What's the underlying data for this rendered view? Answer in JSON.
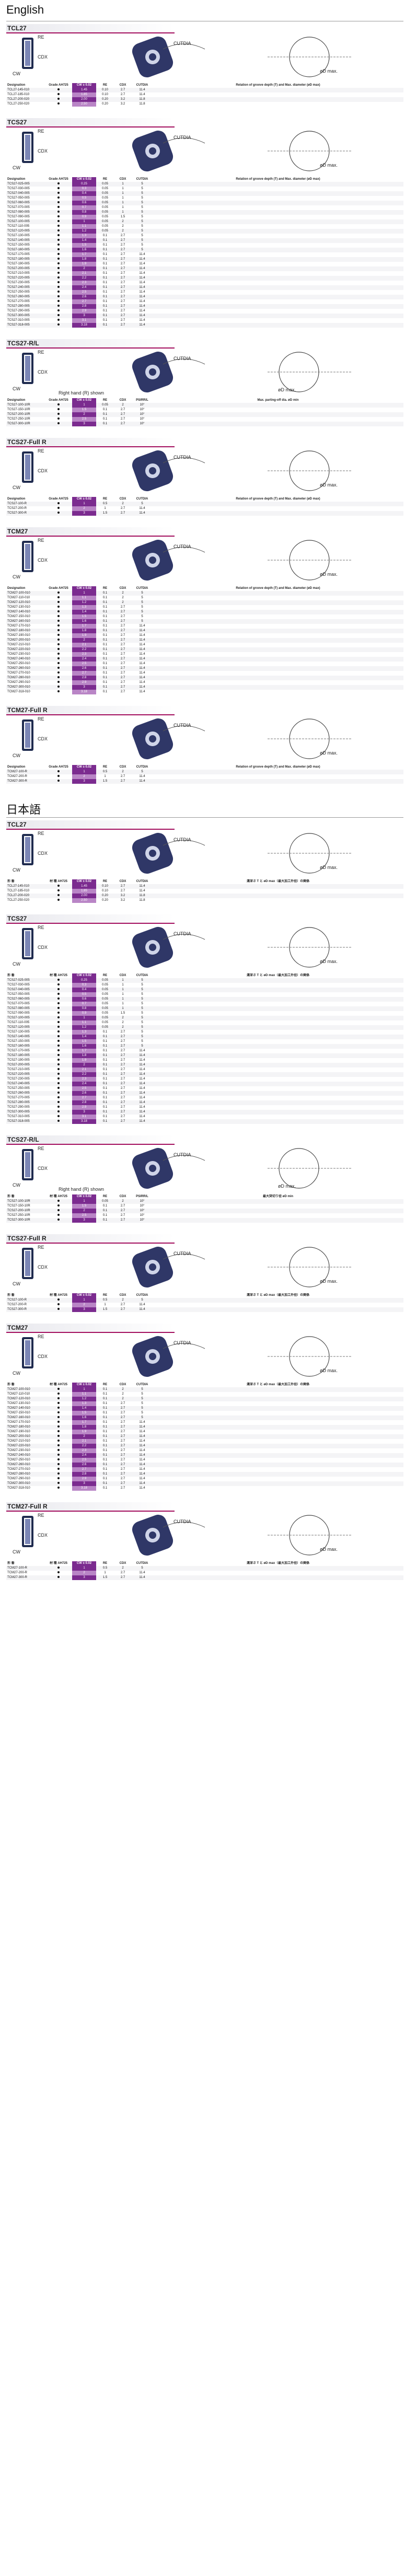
{
  "languages": {
    "english": "English",
    "japanese": "日本語"
  },
  "colors": {
    "accent": "#a20d5d",
    "cw_column": "#7b2b8f",
    "cw_light": "#b985c6"
  },
  "diagram_labels": {
    "re": "RE",
    "cw": "CW",
    "cdx": "CDX",
    "cutdia": "CUTDIA",
    "ode_max": "øD max.",
    "right_hand": "Right hand (R) shown"
  },
  "english_sections": [
    {
      "title": "TCL27",
      "headers": [
        "Designation",
        "Grade AH725",
        "CW ± 0.02",
        "RE",
        "CDX",
        "CUTDIA",
        "Relation of groove depth (T) and Max. diameter (øD max)"
      ],
      "rows": [
        [
          "TCL27-145-010",
          "1.45",
          "0.10",
          "2.7",
          "11.4"
        ],
        [
          "TCL27-185-010",
          "1.85",
          "0.10",
          "2.7",
          "11.4"
        ],
        [
          "TCL27-200-020",
          "2.00",
          "0.20",
          "3.2",
          "11.8"
        ],
        [
          "TCL27-250-020",
          "2.50",
          "0.20",
          "3.2",
          "11.8"
        ]
      ]
    },
    {
      "title": "TCS27",
      "headers": [
        "Designation",
        "Grade AH725",
        "CW ± 0.02",
        "RE",
        "CDX",
        "CUTDIA",
        "Relation of groove depth (T) and Max. diameter (øD max)"
      ],
      "rows": [
        [
          "TCS27-025-005",
          "0.25",
          "0.05",
          "1",
          "5"
        ],
        [
          "TCS27-030-005",
          "0.3",
          "0.05",
          "1",
          "5"
        ],
        [
          "TCS27-040-005",
          "0.4",
          "0.05",
          "1",
          "5"
        ],
        [
          "TCS27-050-005",
          "0.5",
          "0.05",
          "1",
          "5"
        ],
        [
          "TCS27-060-005",
          "0.6",
          "0.05",
          "1",
          "5"
        ],
        [
          "TCS27-070-005",
          "0.7",
          "0.05",
          "1",
          "5"
        ],
        [
          "TCS27-080-005",
          "0.8",
          "0.05",
          "1",
          "5"
        ],
        [
          "TCS27-090-005",
          "0.9",
          "0.05",
          "1.5",
          "5"
        ],
        [
          "TCS27-100-005",
          "1",
          "0.05",
          "2",
          "5"
        ],
        [
          "TCS27-110-005",
          "1.1",
          "0.05",
          "2",
          "5"
        ],
        [
          "TCS27-120-005",
          "1.2",
          "0.05",
          "2",
          "5"
        ],
        [
          "TCS27-130-005",
          "1.3",
          "0.1",
          "2.7",
          "5"
        ],
        [
          "TCS27-140-005",
          "1.4",
          "0.1",
          "2.7",
          "5"
        ],
        [
          "TCS27-150-005",
          "1.5",
          "0.1",
          "2.7",
          "5"
        ],
        [
          "TCS27-160-005",
          "1.6",
          "0.1",
          "2.7",
          "5"
        ],
        [
          "TCS27-170-005",
          "1.7",
          "0.1",
          "2.7",
          "11.4"
        ],
        [
          "TCS27-180-005",
          "1.8",
          "0.1",
          "2.7",
          "11.4"
        ],
        [
          "TCS27-190-005",
          "1.9",
          "0.1",
          "2.7",
          "11.4"
        ],
        [
          "TCS27-200-005",
          "2",
          "0.1",
          "2.7",
          "11.4"
        ],
        [
          "TCS27-210-005",
          "2.1",
          "0.1",
          "2.7",
          "11.4"
        ],
        [
          "TCS27-220-005",
          "2.2",
          "0.1",
          "2.7",
          "11.4"
        ],
        [
          "TCS27-230-005",
          "2.3",
          "0.1",
          "2.7",
          "11.4"
        ],
        [
          "TCS27-240-005",
          "2.4",
          "0.1",
          "2.7",
          "11.4"
        ],
        [
          "TCS27-250-005",
          "2.5",
          "0.1",
          "2.7",
          "11.4"
        ],
        [
          "TCS27-260-005",
          "2.6",
          "0.1",
          "2.7",
          "11.4"
        ],
        [
          "TCS27-270-005",
          "2.7",
          "0.1",
          "2.7",
          "11.4"
        ],
        [
          "TCS27-280-005",
          "2.8",
          "0.1",
          "2.7",
          "11.4"
        ],
        [
          "TCS27-290-005",
          "2.9",
          "0.1",
          "2.7",
          "11.4"
        ],
        [
          "TCS27-300-005",
          "3",
          "0.1",
          "2.7",
          "11.4"
        ],
        [
          "TCS27-310-005",
          "3.1",
          "0.1",
          "2.7",
          "11.4"
        ],
        [
          "TCS27-318-005",
          "3.18",
          "0.1",
          "2.7",
          "11.4"
        ]
      ]
    },
    {
      "title": "TCS27-R/L",
      "headers": [
        "Designation",
        "Grade AH725",
        "CW ± 0.02",
        "RE",
        "CDX",
        "PSIRR/L",
        "Max. parting-off dia. øD min"
      ],
      "rows": [
        [
          "TCS27-100-10R",
          "1",
          "0.05",
          "2",
          "10°"
        ],
        [
          "TCS27-150-10R",
          "1.5",
          "0.1",
          "2.7",
          "10°"
        ],
        [
          "TCS27-200-10R",
          "2",
          "0.1",
          "2.7",
          "10°"
        ],
        [
          "TCS27-250-10R",
          "2.5",
          "0.1",
          "2.7",
          "10°"
        ],
        [
          "TCS27-300-10R",
          "3",
          "0.1",
          "2.7",
          "10°"
        ]
      ]
    },
    {
      "title": "TCS27-Full R",
      "headers": [
        "Designation",
        "Grade AH725",
        "CW ± 0.02",
        "RE",
        "CDX",
        "CUTDIA",
        "Relation of groove depth (T) and Max. diameter (øD max)"
      ],
      "rows": [
        [
          "TCS27-100-R",
          "1",
          "0.5",
          "2",
          "5"
        ],
        [
          "TCS27-200-R",
          "2",
          "1",
          "2.7",
          "11.4"
        ],
        [
          "TCS27-300-R",
          "3",
          "1.5",
          "2.7",
          "11.4"
        ]
      ]
    },
    {
      "title": "TCM27",
      "headers": [
        "Designation",
        "Grade AH725",
        "CW ± 0.02",
        "RE",
        "CDX",
        "CUTDIA",
        "Relation of groove depth (T) and Max. diameter (øD max)"
      ],
      "rows": [
        [
          "TCM27-100-010",
          "1",
          "0.1",
          "2",
          "5"
        ],
        [
          "TCM27-110-010",
          "1.1",
          "0.1",
          "2",
          "5"
        ],
        [
          "TCM27-120-010",
          "1.2",
          "0.1",
          "2",
          "5"
        ],
        [
          "TCM27-130-010",
          "1.3",
          "0.1",
          "2.7",
          "5"
        ],
        [
          "TCM27-140-010",
          "1.4",
          "0.1",
          "2.7",
          "5"
        ],
        [
          "TCM27-150-010",
          "1.5",
          "0.1",
          "2.7",
          "5"
        ],
        [
          "TCM27-160-010",
          "1.6",
          "0.1",
          "2.7",
          "5"
        ],
        [
          "TCM27-170-010",
          "1.7",
          "0.1",
          "2.7",
          "11.4"
        ],
        [
          "TCM27-180-010",
          "1.8",
          "0.1",
          "2.7",
          "11.4"
        ],
        [
          "TCM27-190-010",
          "1.9",
          "0.1",
          "2.7",
          "11.4"
        ],
        [
          "TCM27-200-010",
          "2",
          "0.1",
          "2.7",
          "11.4"
        ],
        [
          "TCM27-210-010",
          "2.1",
          "0.1",
          "2.7",
          "11.4"
        ],
        [
          "TCM27-220-010",
          "2.2",
          "0.1",
          "2.7",
          "11.4"
        ],
        [
          "TCM27-230-010",
          "2.3",
          "0.1",
          "2.7",
          "11.4"
        ],
        [
          "TCM27-240-010",
          "2.4",
          "0.1",
          "2.7",
          "11.4"
        ],
        [
          "TCM27-250-010",
          "2.5",
          "0.1",
          "2.7",
          "11.4"
        ],
        [
          "TCM27-260-010",
          "2.6",
          "0.1",
          "2.7",
          "11.4"
        ],
        [
          "TCM27-270-010",
          "2.7",
          "0.1",
          "2.7",
          "11.4"
        ],
        [
          "TCM27-280-010",
          "2.8",
          "0.1",
          "2.7",
          "11.4"
        ],
        [
          "TCM27-290-010",
          "2.9",
          "0.1",
          "2.7",
          "11.4"
        ],
        [
          "TCM27-300-010",
          "3",
          "0.1",
          "2.7",
          "11.4"
        ],
        [
          "TCM27-318-010",
          "3.18",
          "0.1",
          "2.7",
          "11.4"
        ]
      ]
    },
    {
      "title": "TCM27-Full R",
      "headers": [
        "Designation",
        "Grade AH725",
        "CW ± 0.02",
        "RE",
        "CDX",
        "CUTDIA",
        "Relation of groove depth (T) and Max. diameter (øD max)"
      ],
      "rows": [
        [
          "TCM27-100-R",
          "1",
          "0.5",
          "2",
          "5"
        ],
        [
          "TCM27-200-R",
          "2",
          "1",
          "2.7",
          "11.4"
        ],
        [
          "TCM27-300-R",
          "3",
          "1.5",
          "2.7",
          "11.4"
        ]
      ]
    }
  ],
  "japanese_sections": [
    {
      "title": "TCL27",
      "headers": [
        "形 番",
        "材 種 AH725",
        "CW ± 0.02",
        "RE",
        "CDX",
        "CUTDIA",
        "溝深さ T と øD max（最大加工外径）の関係"
      ],
      "rows": [
        [
          "TCL27-145-010",
          "1.45",
          "0.10",
          "2.7",
          "11.4"
        ],
        [
          "TCL27-185-010",
          "1.85",
          "0.10",
          "2.7",
          "11.4"
        ],
        [
          "TCL27-200-020",
          "2.00",
          "0.20",
          "3.2",
          "11.8"
        ],
        [
          "TCL27-250-020",
          "2.50",
          "0.20",
          "3.2",
          "11.8"
        ]
      ]
    },
    {
      "title": "TCS27",
      "headers": [
        "形 番",
        "材 種 AH725",
        "CW ± 0.02",
        "RE",
        "CDX",
        "CUTDIA",
        "溝深さ T と øD max（最大加工外径）の関係"
      ],
      "rows": [
        [
          "TCS27-025-005",
          "0.25",
          "0.05",
          "1",
          "5"
        ],
        [
          "TCS27-030-005",
          "0.3",
          "0.05",
          "1",
          "5"
        ],
        [
          "TCS27-040-005",
          "0.4",
          "0.05",
          "1",
          "5"
        ],
        [
          "TCS27-050-005",
          "0.5",
          "0.05",
          "1",
          "5"
        ],
        [
          "TCS27-060-005",
          "0.6",
          "0.05",
          "1",
          "5"
        ],
        [
          "TCS27-070-005",
          "0.7",
          "0.05",
          "1",
          "5"
        ],
        [
          "TCS27-080-005",
          "0.8",
          "0.05",
          "1",
          "5"
        ],
        [
          "TCS27-090-005",
          "0.9",
          "0.05",
          "1.5",
          "5"
        ],
        [
          "TCS27-100-005",
          "1",
          "0.05",
          "2",
          "5"
        ],
        [
          "TCS27-110-005",
          "1.1",
          "0.05",
          "2",
          "5"
        ],
        [
          "TCS27-120-005",
          "1.2",
          "0.05",
          "2",
          "5"
        ],
        [
          "TCS27-130-005",
          "1.3",
          "0.1",
          "2.7",
          "5"
        ],
        [
          "TCS27-140-005",
          "1.4",
          "0.1",
          "2.7",
          "5"
        ],
        [
          "TCS27-150-005",
          "1.5",
          "0.1",
          "2.7",
          "5"
        ],
        [
          "TCS27-160-005",
          "1.6",
          "0.1",
          "2.7",
          "5"
        ],
        [
          "TCS27-170-005",
          "1.7",
          "0.1",
          "2.7",
          "11.4"
        ],
        [
          "TCS27-180-005",
          "1.8",
          "0.1",
          "2.7",
          "11.4"
        ],
        [
          "TCS27-190-005",
          "1.9",
          "0.1",
          "2.7",
          "11.4"
        ],
        [
          "TCS27-200-005",
          "2",
          "0.1",
          "2.7",
          "11.4"
        ],
        [
          "TCS27-210-005",
          "2.1",
          "0.1",
          "2.7",
          "11.4"
        ],
        [
          "TCS27-220-005",
          "2.2",
          "0.1",
          "2.7",
          "11.4"
        ],
        [
          "TCS27-230-005",
          "2.3",
          "0.1",
          "2.7",
          "11.4"
        ],
        [
          "TCS27-240-005",
          "2.4",
          "0.1",
          "2.7",
          "11.4"
        ],
        [
          "TCS27-250-005",
          "2.5",
          "0.1",
          "2.7",
          "11.4"
        ],
        [
          "TCS27-260-005",
          "2.6",
          "0.1",
          "2.7",
          "11.4"
        ],
        [
          "TCS27-270-005",
          "2.7",
          "0.1",
          "2.7",
          "11.4"
        ],
        [
          "TCS27-280-005",
          "2.8",
          "0.1",
          "2.7",
          "11.4"
        ],
        [
          "TCS27-290-005",
          "2.9",
          "0.1",
          "2.7",
          "11.4"
        ],
        [
          "TCS27-300-005",
          "3",
          "0.1",
          "2.7",
          "11.4"
        ],
        [
          "TCS27-310-005",
          "3.1",
          "0.1",
          "2.7",
          "11.4"
        ],
        [
          "TCS27-318-005",
          "3.18",
          "0.1",
          "2.7",
          "11.4"
        ]
      ]
    },
    {
      "title": "TCS27-R/L",
      "headers": [
        "形 番",
        "材 種 AH725",
        "CW ± 0.02",
        "RE",
        "CDX",
        "PSIRR/L",
        "最大突切り径 øD min"
      ],
      "rows": [
        [
          "TCS27-100-10R",
          "1",
          "0.05",
          "2",
          "10°"
        ],
        [
          "TCS27-150-10R",
          "1.5",
          "0.1",
          "2.7",
          "10°"
        ],
        [
          "TCS27-200-10R",
          "2",
          "0.1",
          "2.7",
          "10°"
        ],
        [
          "TCS27-250-10R",
          "2.5",
          "0.1",
          "2.7",
          "10°"
        ],
        [
          "TCS27-300-10R",
          "3",
          "0.1",
          "2.7",
          "10°"
        ]
      ]
    },
    {
      "title": "TCS27-Full R",
      "headers": [
        "形 番",
        "材 種 AH725",
        "CW ± 0.02",
        "RE",
        "CDX",
        "CUTDIA",
        "溝深さ T と øD max（最大加工外径）の関係"
      ],
      "rows": [
        [
          "TCS27-100-R",
          "1",
          "0.5",
          "2",
          "5"
        ],
        [
          "TCS27-200-R",
          "2",
          "1",
          "2.7",
          "11.4"
        ],
        [
          "TCS27-300-R",
          "3",
          "1.5",
          "2.7",
          "11.4"
        ]
      ]
    },
    {
      "title": "TCM27",
      "headers": [
        "形 番",
        "材 種 AH725",
        "CW ± 0.02",
        "RE",
        "CDX",
        "CUTDIA",
        "溝深さ T と øD max（最大加工外径）の関係"
      ],
      "rows": [
        [
          "TCM27-100-010",
          "1",
          "0.1",
          "2",
          "5"
        ],
        [
          "TCM27-110-010",
          "1.1",
          "0.1",
          "2",
          "5"
        ],
        [
          "TCM27-120-010",
          "1.2",
          "0.1",
          "2",
          "5"
        ],
        [
          "TCM27-130-010",
          "1.3",
          "0.1",
          "2.7",
          "5"
        ],
        [
          "TCM27-140-010",
          "1.4",
          "0.1",
          "2.7",
          "5"
        ],
        [
          "TCM27-150-010",
          "1.5",
          "0.1",
          "2.7",
          "5"
        ],
        [
          "TCM27-160-010",
          "1.6",
          "0.1",
          "2.7",
          "5"
        ],
        [
          "TCM27-170-010",
          "1.7",
          "0.1",
          "2.7",
          "11.4"
        ],
        [
          "TCM27-180-010",
          "1.8",
          "0.1",
          "2.7",
          "11.4"
        ],
        [
          "TCM27-190-010",
          "1.9",
          "0.1",
          "2.7",
          "11.4"
        ],
        [
          "TCM27-200-010",
          "2",
          "0.1",
          "2.7",
          "11.4"
        ],
        [
          "TCM27-210-010",
          "2.1",
          "0.1",
          "2.7",
          "11.4"
        ],
        [
          "TCM27-220-010",
          "2.2",
          "0.1",
          "2.7",
          "11.4"
        ],
        [
          "TCM27-230-010",
          "2.3",
          "0.1",
          "2.7",
          "11.4"
        ],
        [
          "TCM27-240-010",
          "2.4",
          "0.1",
          "2.7",
          "11.4"
        ],
        [
          "TCM27-250-010",
          "2.5",
          "0.1",
          "2.7",
          "11.4"
        ],
        [
          "TCM27-260-010",
          "2.6",
          "0.1",
          "2.7",
          "11.4"
        ],
        [
          "TCM27-270-010",
          "2.7",
          "0.1",
          "2.7",
          "11.4"
        ],
        [
          "TCM27-280-010",
          "2.8",
          "0.1",
          "2.7",
          "11.4"
        ],
        [
          "TCM27-290-010",
          "2.9",
          "0.1",
          "2.7",
          "11.4"
        ],
        [
          "TCM27-300-010",
          "3",
          "0.1",
          "2.7",
          "11.4"
        ],
        [
          "TCM27-318-010",
          "3.18",
          "0.1",
          "2.7",
          "11.4"
        ]
      ]
    },
    {
      "title": "TCM27-Full R",
      "headers": [
        "形 番",
        "材 種 AH725",
        "CW ± 0.02",
        "RE",
        "CDX",
        "CUTDIA",
        "溝深さ T と øD max（最大加工外径）の関係"
      ],
      "rows": [
        [
          "TCM27-100-R",
          "1",
          "0.5",
          "2",
          "5"
        ],
        [
          "TCM27-200-R",
          "2",
          "1",
          "2.7",
          "11.4"
        ],
        [
          "TCM27-300-R",
          "3",
          "1.5",
          "2.7",
          "11.4"
        ]
      ]
    }
  ]
}
